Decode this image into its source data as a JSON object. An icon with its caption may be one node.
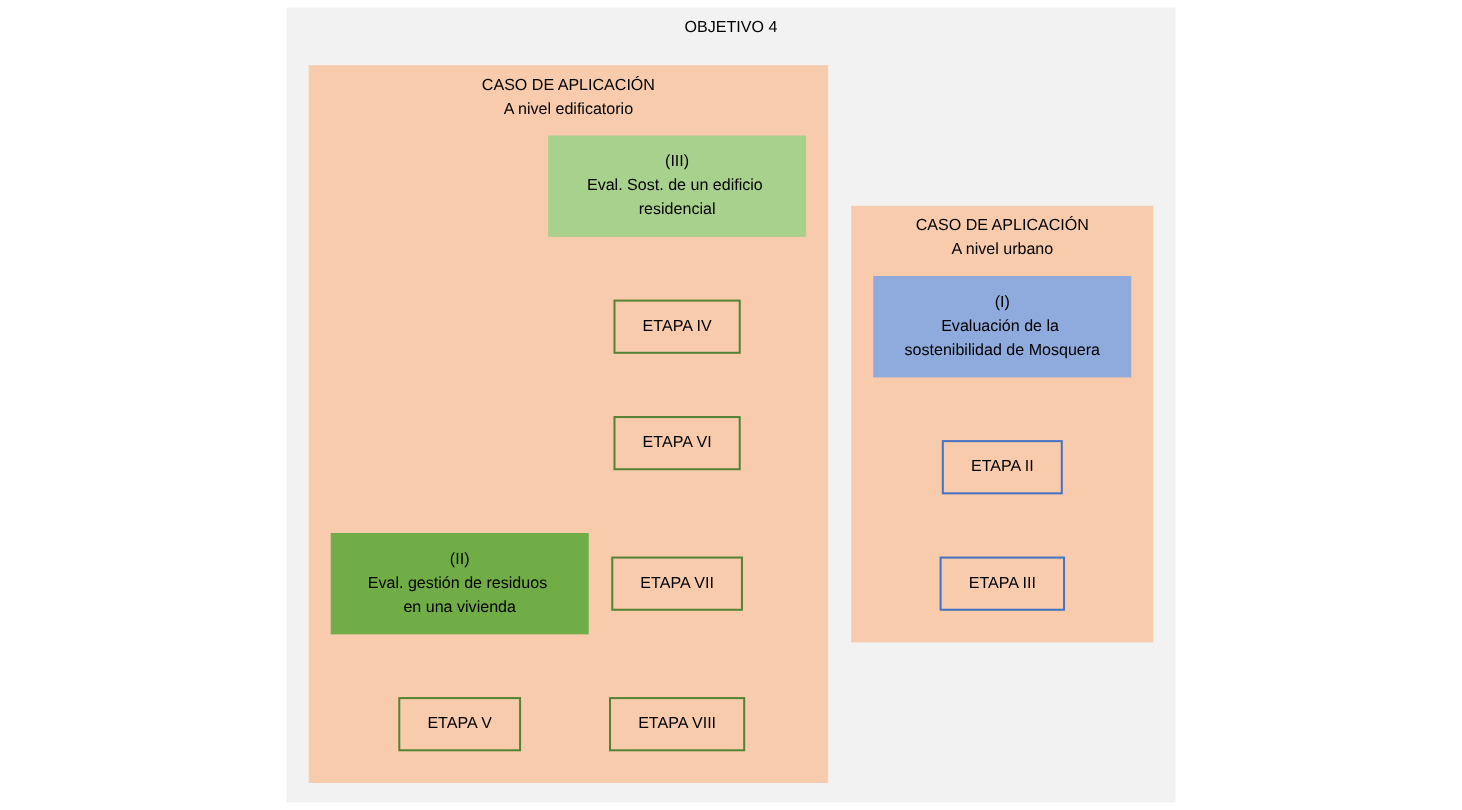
{
  "diagram": {
    "nodes": [
      {
        "text": [
          "OBJETIVO 4"
        ]
      },
      {
        "text": [
          "CASO DE APLICACIÓN",
          "A nivel urbano"
        ],
        "in": 0
      },
      {
        "text": [
          "(I)",
          "Evaluación de la sostenibilidad de Mosquera"
        ],
        "in": 1
      },
      {
        "text": [
          "ETAPA II"
        ],
        "in": 1
      },
      {
        "text": [
          "ETAPA III"
        ],
        "in": 1
      },
      {
        "text": [
          "CASO DE APLICACIÓN",
          "A nivel edificatorio"
        ],
        "in": 0
      },
      {
        "text": [
          "(II)",
          "Eval. gestión de residuos en una vivienda"
        ],
        "in": 5
      },
      {
        "text": [
          "(III)",
          "Eval. Sost. de un edificio residencial"
        ],
        "in": 5
      },
      {
        "text": [
          "ETAPA V"
        ],
        "in": 5
      },
      {
        "text": [
          "ETAPA IV"
        ],
        "in": 5
      },
      {
        "text": [
          "ETAPA VI"
        ],
        "in": 5
      },
      {
        "text": [
          "ETAPA VII"
        ],
        "in": 5
      },
      {
        "text": [
          "ETAPA VIII"
        ],
        "in": 5
      }
    ]
  }
}
